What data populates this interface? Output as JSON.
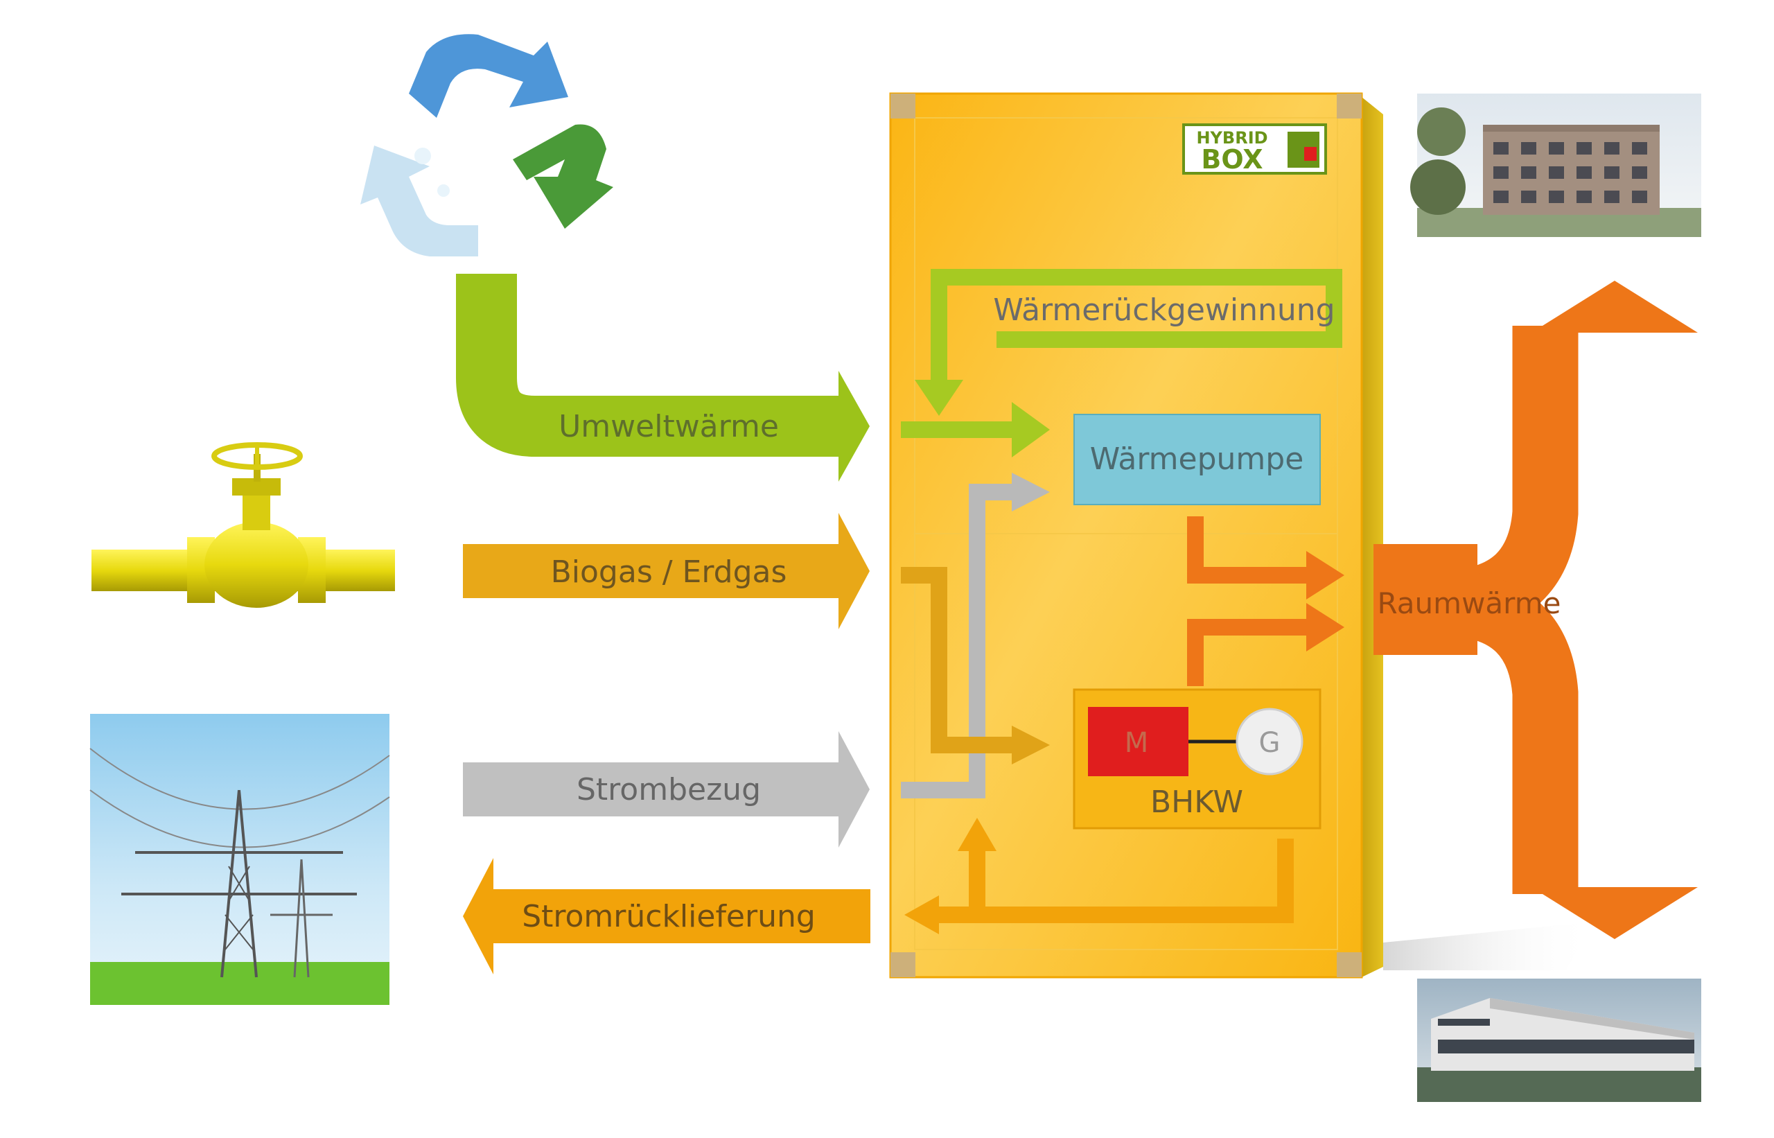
{
  "logo": {
    "line1": "HYBRID",
    "line2": "BOX"
  },
  "flows": {
    "umweltwaerme": "Umweltwärme",
    "biogas": "Biogas / Erdgas",
    "strombezug": "Strombezug",
    "stromrueck": "Stromrücklieferung",
    "waermerueck": "Wärmerückgewinnung",
    "raumwaerme": "Raumwärme"
  },
  "components": {
    "waermepumpe": "Wärmepumpe",
    "motor": "M",
    "generator": "G",
    "bhkw": "BHKW"
  },
  "colors": {
    "green": "#9cc31a",
    "gas": "#e8a818",
    "grey": "#c0c0c0",
    "orange_arrow": "#f2a30a",
    "raum": "#ee7618",
    "box": "#fbbd16",
    "pump": "#7ec8d8",
    "motor": "#e01e1e"
  },
  "icons": [
    "recycling-icon",
    "gas-valve-icon",
    "power-pylon-icon",
    "apartment-building-icon",
    "office-building-icon"
  ]
}
